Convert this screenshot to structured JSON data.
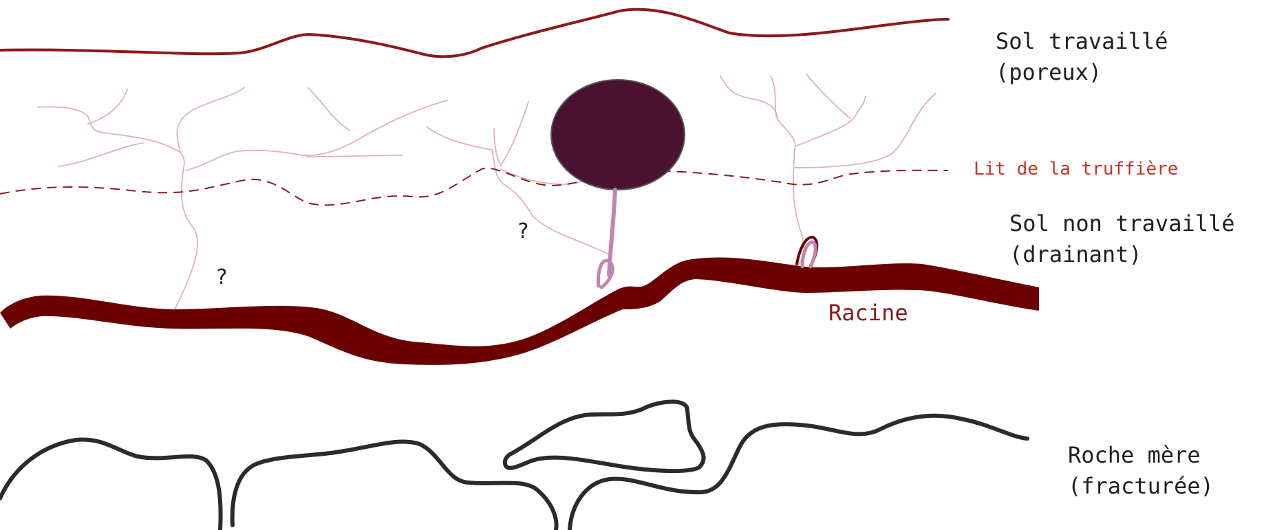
{
  "labels": {
    "sol_travaille": "Sol travaillé\n(poreux)",
    "lit_truffiere": "Lit de la truffière",
    "sol_non_travaille": "Sol non travaillé\n(drainant)",
    "racine": "Racine",
    "roche_mere": "Roche mère\n(fracturée)",
    "question_1": "?",
    "question_2": "?"
  },
  "colors": {
    "soil_surface_line": "#8b1a1a",
    "truffle_bed_line": "#8b1a1a",
    "truffle_bed_label": "#c0392b",
    "root": "#6b0000",
    "root_label": "#8b1a1a",
    "hyphae": "#e0b0bf",
    "mycorrhiza": "#c285ae",
    "truffle_fill": "#4a1230",
    "truffle_outline": "#555555",
    "bedrock_line": "#2b2b2b"
  },
  "icons": {
    "truffle": "truffle-shape",
    "mycorrhiza": "root-tip-hook"
  }
}
